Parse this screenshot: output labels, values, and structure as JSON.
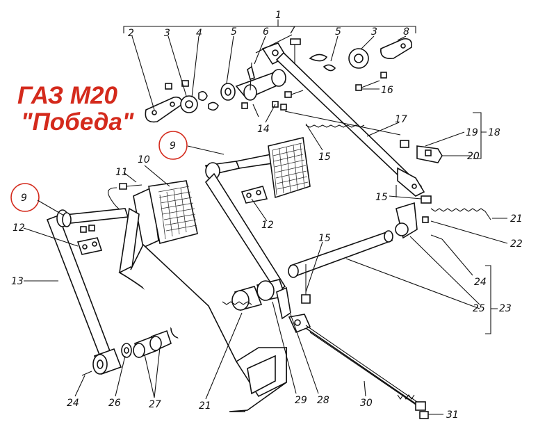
{
  "title": {
    "line1": "ГАЗ М20",
    "line2": "\"Победа\"",
    "color": "#d42a1c"
  },
  "highlight_color": "#d42a1c",
  "labels": {
    "l1": "1",
    "l2": "2",
    "l3a": "3",
    "l4": "4",
    "l5a": "5",
    "l6": "6",
    "l7": "7",
    "l5b": "5",
    "l3b": "3",
    "l8": "8",
    "l16": "16",
    "l14": "14",
    "l15a": "15",
    "l17": "17",
    "l19": "19",
    "l18": "18",
    "l20": "20",
    "l9a": "9",
    "l10": "10",
    "l11": "11",
    "l9b": "9",
    "l12a": "12",
    "l12b": "12",
    "l15b": "15",
    "l21a": "21",
    "l22": "22",
    "l13": "13",
    "l15c": "15",
    "l24a": "24",
    "l25": "25",
    "l23": "23",
    "l24b": "24",
    "l26": "26",
    "l27": "27",
    "l21b": "21",
    "l29": "29",
    "l28": "28",
    "l30": "30",
    "l31": "31"
  }
}
